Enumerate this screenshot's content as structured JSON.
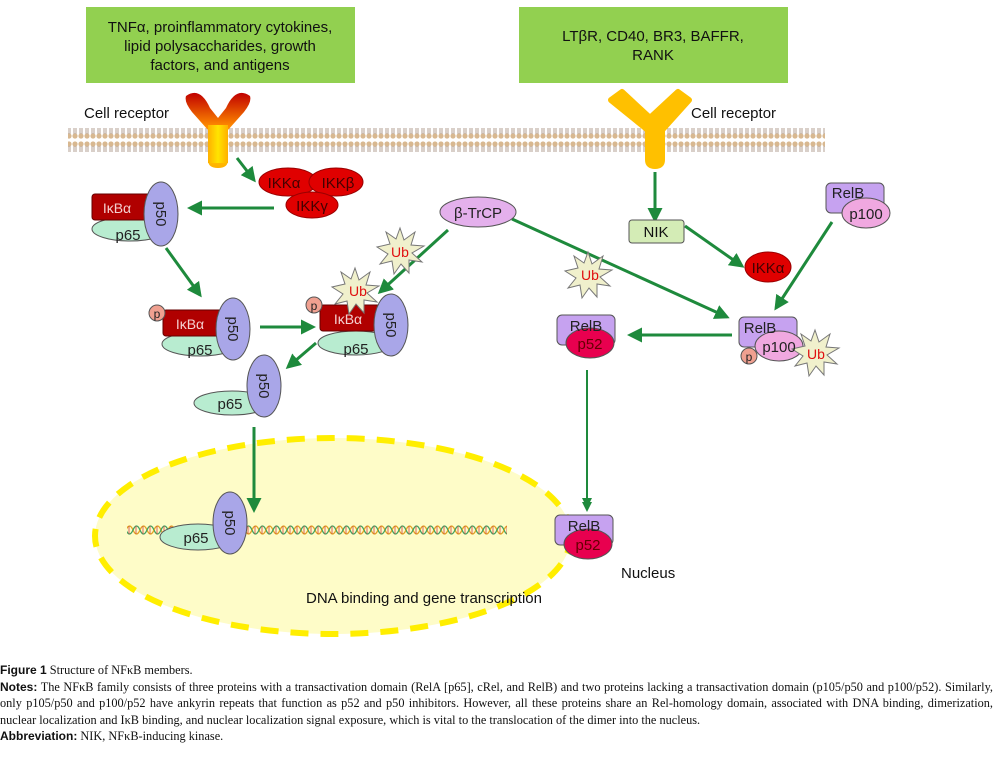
{
  "stimuli": {
    "canonical": "TNFα, proinflammatory cytokines, lipid polysaccharides, growth factors, and antigens",
    "canonical_lines": [
      "TNFα, proinflammatory cytokines,",
      "lipid polysaccharides, growth",
      "factors, and antigens"
    ],
    "noncanonical_lines": [
      "LTβR, CD40, BR3, BAFFR,",
      "RANK"
    ]
  },
  "receptors": {
    "left_label": "Cell receptor",
    "right_label": "Cell receptor"
  },
  "proteins": {
    "ikk_alpha": "IKKα",
    "ikk_beta": "IKKβ",
    "ikk_gamma": "IKKγ",
    "ikba": "IκBα",
    "p50": "p50",
    "p65": "p65",
    "p": "p",
    "ub": "Ub",
    "btrcp": "β-TrCP",
    "nik": "NIK",
    "relb": "RelB",
    "p100": "p100",
    "p52": "p52"
  },
  "nucleus": {
    "label": "Nucleus",
    "process_label": "DNA binding and gene transcription"
  },
  "colors": {
    "stimulus_box": "#92d050",
    "arrow": "#1e8a3c",
    "ikk": "#e00000",
    "ikba": "#b00000",
    "p50": "#a9a6e8",
    "p65": "#b8ecd0",
    "relb": "#c6a2f0",
    "p100": "#f0a8e0",
    "p52": "#e8004f",
    "nik": "#d4ecb6",
    "btrcp": "#e4b0ec",
    "ub_star": "#f0f0cc",
    "ub_text": "#e01010",
    "phospho": "#f0a090",
    "nucleus_fill": "#fefcc8",
    "nucleus_border": "#ffee00",
    "receptor_right": "#ffc000"
  },
  "caption": {
    "figure_label": "Figure 1",
    "figure_title": "Structure of NFκB members.",
    "notes_label": "Notes:",
    "notes_text": "The NFκB family consists of three proteins with a transactivation domain (RelA [p65], cRel, and RelB) and two proteins lacking a transactivation domain (p105/p50 and p100/p52). Similarly, only p105/p50 and p100/p52 have ankyrin repeats that function as p52 and p50 inhibitors. However, all these proteins share an Rel-homology domain, associated with DNA binding, dimerization, nuclear localization and IκB binding, and nuclear localization signal exposure, which is vital to the translocation of the dimer into the nucleus.",
    "abbrev_label": "Abbreviation:",
    "abbrev_text": "NIK, NFκB-inducing kinase."
  }
}
